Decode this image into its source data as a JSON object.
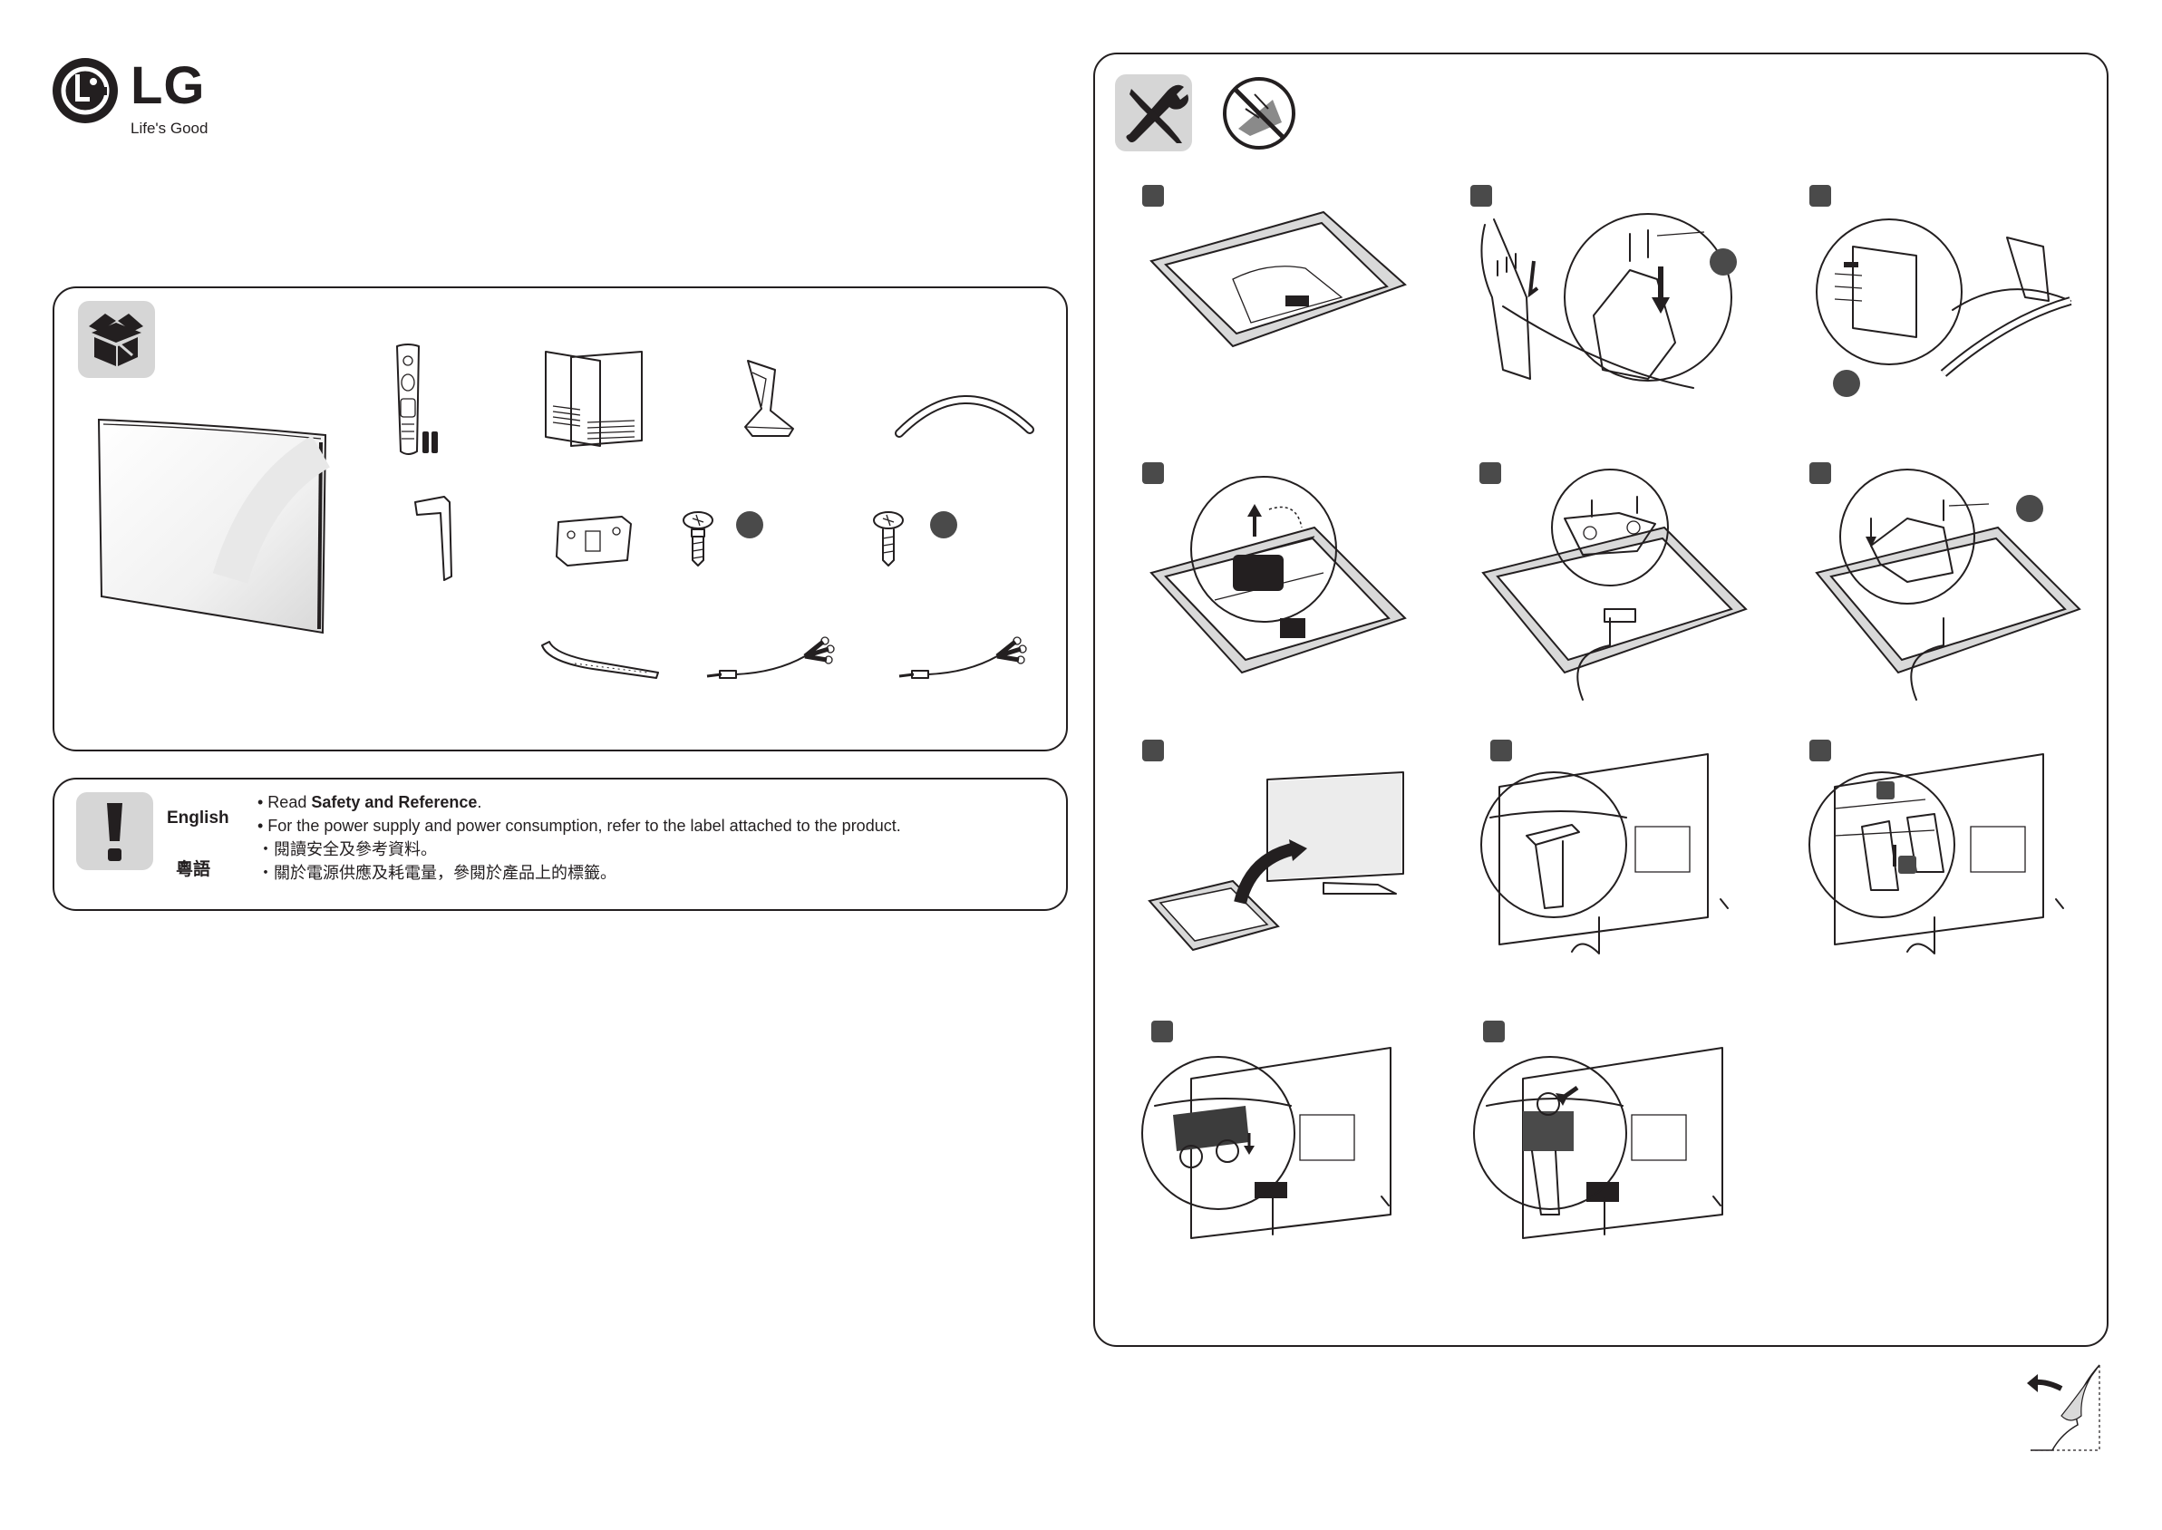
{
  "brand": {
    "name": "LG",
    "tagline": "Life's Good"
  },
  "icons": {
    "box": "box-contents-icon",
    "tools": "screwdriver-wrench-icon",
    "no_scratch": "no-scratch-surface-icon",
    "warning": "exclamation-icon",
    "page_turn": "page-turn-icon"
  },
  "notice": {
    "english_label": "English",
    "cantonese_label": "粵語",
    "line1_prefix": "• Read ",
    "line1_bold": "Safety and Reference",
    "line1_suffix": ".",
    "line2": "• For the power supply and power consumption, refer to the label attached to the product.",
    "line3": "・閱讀安全及參考資料。",
    "line4": "・關於電源供應及耗電量，參閱於產品上的標籤。"
  },
  "colors": {
    "ink": "#231f20",
    "marker": "#4a4a4a",
    "icon_bg": "#d6d6d6"
  }
}
